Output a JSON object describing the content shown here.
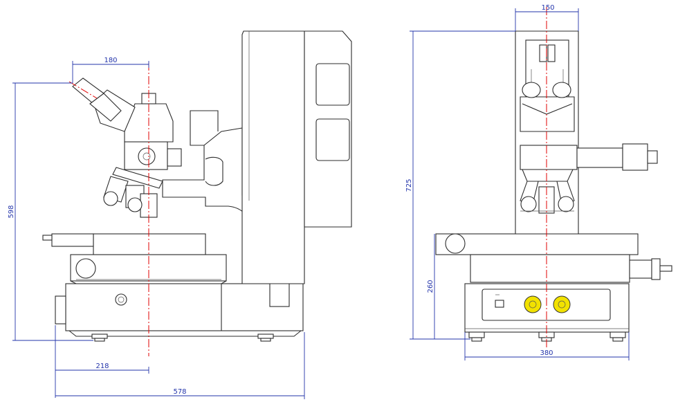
{
  "dimensions": {
    "side_view": {
      "eyepiece_offset": "180",
      "total_height": "598",
      "axis_offset": "218",
      "base_depth": "578"
    },
    "front_view": {
      "top_width": "150",
      "total_height": "725",
      "base_height": "260",
      "base_width": "380"
    }
  },
  "colors": {
    "line": "#2b2b2b",
    "dimension": "#2233aa",
    "center_axis": "#e00000",
    "knob": "#f2e200"
  }
}
